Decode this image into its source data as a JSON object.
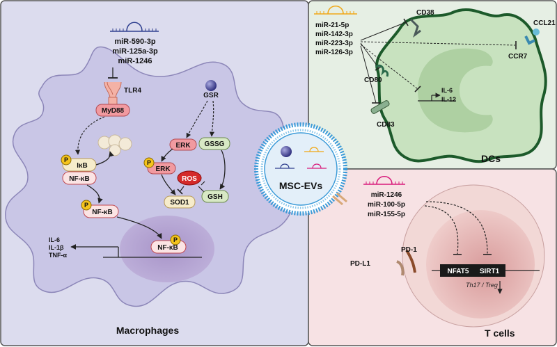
{
  "panels": {
    "macrophages": "Macrophages",
    "dcs": "DCs",
    "tcells": "T cells",
    "center": "MSC-EVs"
  },
  "macrophage": {
    "mirnas": [
      "miR-590-3p",
      "miR-125a-3p",
      "miR-1246"
    ],
    "tlr4": "TLR4",
    "myd88": "MyD88",
    "gsr": "GSR",
    "p": "P",
    "ikb": "IκB",
    "nfkb": "NF-κB",
    "erk": "ERK",
    "gssg": "GSSG",
    "ros": "ROS",
    "sod1": "SOD1",
    "gsh": "GSH",
    "cytokines": [
      "IL-6",
      "IL-1β",
      "TNF-α"
    ]
  },
  "dc": {
    "mirnas": [
      "miR-21-5p",
      "miR-142-3p",
      "miR-223-3p",
      "miR-126-3p"
    ],
    "cd38": "CD38",
    "ccl21": "CCL21",
    "ccr7": "CCR7",
    "cd80": "CD80",
    "cd83": "CD83",
    "cytokines": [
      "IL-6",
      "IL-12"
    ]
  },
  "tcell": {
    "mirnas": [
      "miR-1246",
      "miR-100-5p",
      "miR-155-5p"
    ],
    "pd1": "PD-1",
    "pdl1": "PD-L1",
    "nfat5": "NFAT5",
    "sirt1": "SIRT1",
    "th17": "Th17 / Treg"
  },
  "colors": {
    "macrophage_fill": "#c9c6e6",
    "macrophage_bg": "#dcdcee",
    "dc_bg": "#e6efe4",
    "dc_cell": "#c8e2bf",
    "dc_border": "#1c5a2a",
    "tcell_bg": "#f7e2e4",
    "tcell_cell": "#edc8c6",
    "node_red": "#f19aa0",
    "node_yellow": "#f6eccb",
    "node_green": "#d8e9c5",
    "phospho": "#f5c41c",
    "mirna_blue": "#2f3f8f",
    "mirna_orange": "#f0a716",
    "mirna_pink": "#d8197a"
  }
}
